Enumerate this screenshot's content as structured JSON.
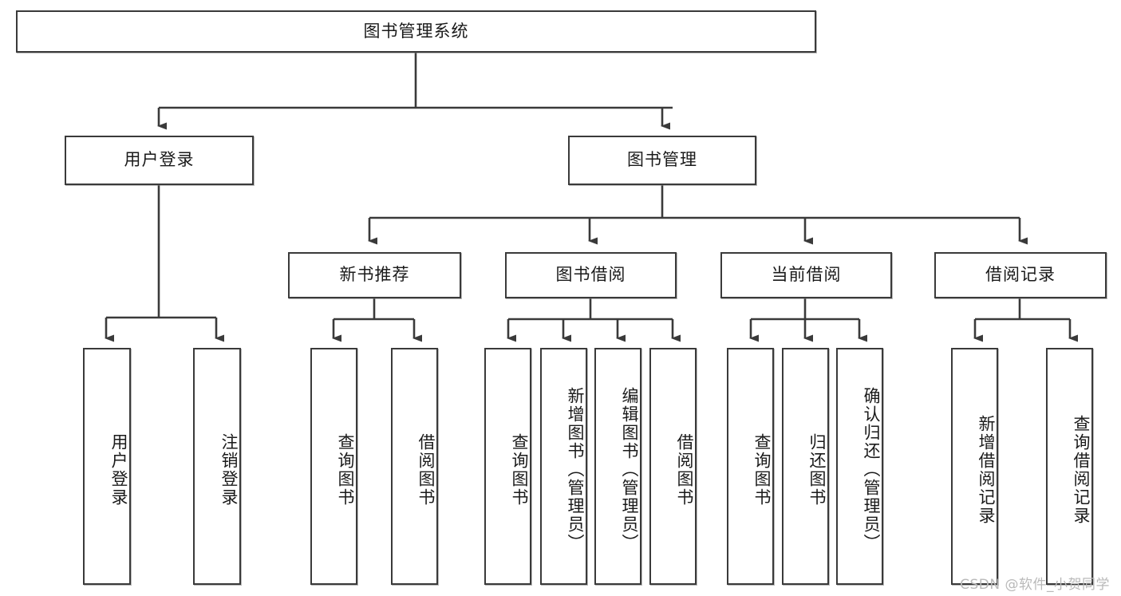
{
  "diagram": {
    "type": "tree-hierarchy-flowchart",
    "root": {
      "label": "图书管理系统"
    },
    "level2": [
      {
        "label": "用户登录"
      },
      {
        "label": "图书管理"
      }
    ],
    "level3": [
      {
        "label": "新书推荐"
      },
      {
        "label": "图书借阅"
      },
      {
        "label": "当前借阅"
      },
      {
        "label": "借阅记录"
      }
    ],
    "leaves": {
      "user_login": [
        {
          "label": "用户登录"
        },
        {
          "label": "注销登录"
        }
      ],
      "new_book_recommend": [
        {
          "label": "查询图书"
        },
        {
          "label": "借阅图书"
        }
      ],
      "book_borrow": [
        {
          "label": "查询图书"
        },
        {
          "label": "新增图书（管理员）"
        },
        {
          "label": "编辑图书（管理员）"
        },
        {
          "label": "借阅图书"
        }
      ],
      "current_borrow": [
        {
          "label": "查询图书"
        },
        {
          "label": "归还图书"
        },
        {
          "label": "确认归还（管理员）"
        }
      ],
      "borrow_records": [
        {
          "label": "新增借阅记录"
        },
        {
          "label": "查询借阅记录"
        }
      ]
    }
  },
  "watermark": {
    "text": "CSDN @软件_小贺同学"
  },
  "colors": {
    "stroke": "#3a3a3a",
    "background": "#ffffff",
    "text": "#1a1a1a",
    "watermark": "#b9b9b9"
  }
}
